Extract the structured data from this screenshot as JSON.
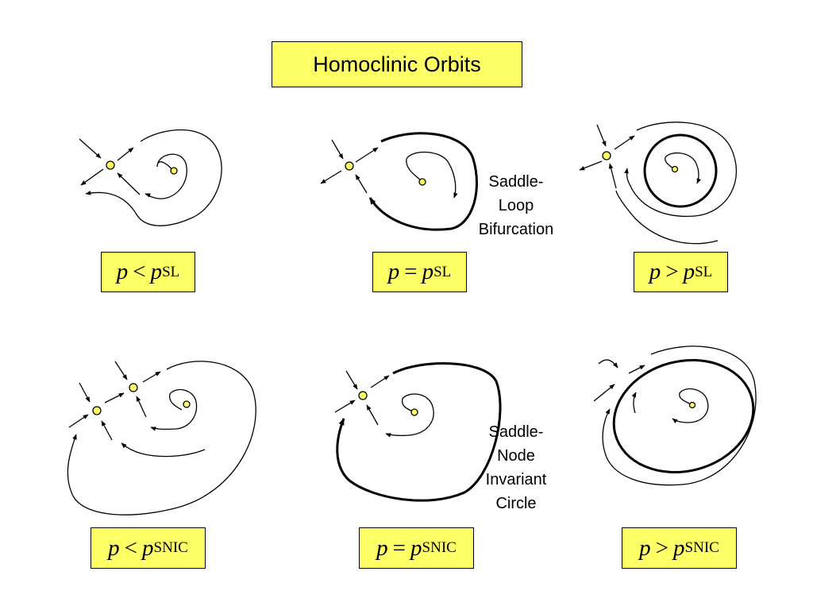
{
  "title": "Homoclinic Orbits",
  "labels": {
    "sl_below": {
      "p": "p",
      "rel": "<",
      "sym": "p",
      "sub": "SL"
    },
    "sl_equal": {
      "p": "p",
      "rel": "=",
      "sym": "p",
      "sub": "SL"
    },
    "sl_above": {
      "p": "p",
      "rel": ">",
      "sym": "p",
      "sub": "SL"
    },
    "snic_below": {
      "p": "p",
      "rel": "<",
      "sym": "p",
      "sub": "SNIC"
    },
    "snic_equal": {
      "p": "p",
      "rel": "=",
      "sym": "p",
      "sub": "SNIC"
    },
    "snic_above": {
      "p": "p",
      "rel": ">",
      "sym": "p",
      "sub": "SNIC"
    }
  },
  "notes": {
    "saddle_loop": [
      "Saddle-",
      "Loop",
      "Bifurcation"
    ],
    "snic": [
      "Saddle-",
      "Node",
      "Invariant",
      "Circle"
    ]
  },
  "colors": {
    "box_fill": "#ffff66",
    "node_fill": "#ffff66",
    "stroke": "#000000"
  }
}
